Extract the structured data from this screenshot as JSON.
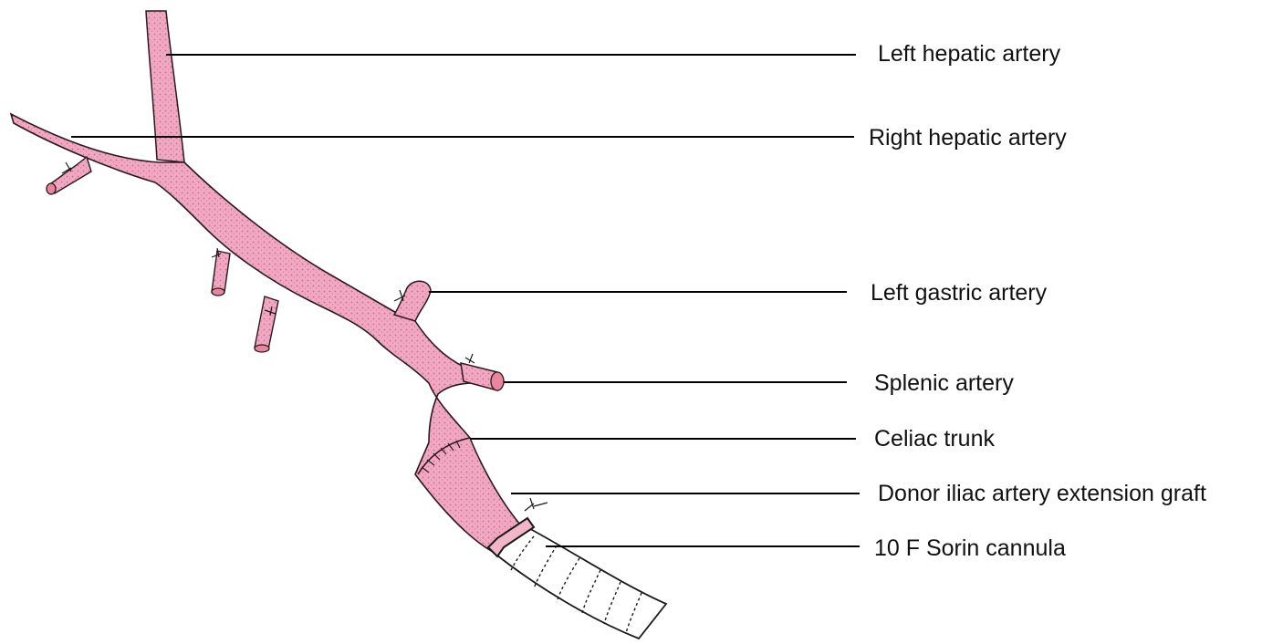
{
  "colors": {
    "vessel_fill": "#ee9ab8",
    "vessel_outline": "#2b1a20",
    "leader_line": "#000000",
    "background": "#ffffff"
  },
  "labels": {
    "left_hepatic": "Left hepatic artery",
    "right_hepatic": "Right hepatic artery",
    "left_gastric": "Left gastric artery",
    "splenic": "Splenic artery",
    "celiac": "Celiac trunk",
    "donor_graft": "Donor iliac artery extension graft",
    "cannula": "10 F Sorin cannula"
  }
}
